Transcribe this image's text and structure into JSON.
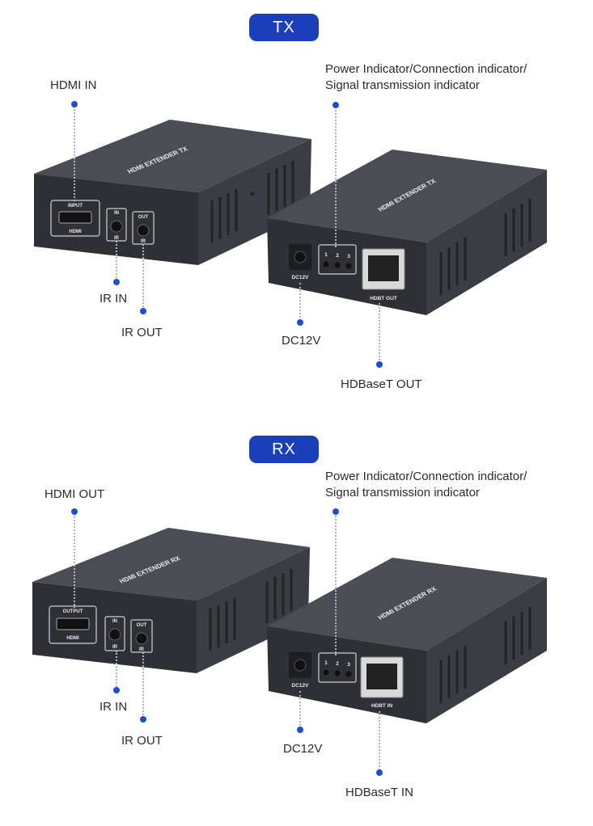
{
  "sections": [
    {
      "badge": "TX",
      "labels": {
        "hdmi": "HDMI IN",
        "indicator_line1": "Power Indicator/Connection indicator/",
        "indicator_line2": "Signal transmission indicator",
        "ir_in": "IR IN",
        "ir_out": "IR OUT",
        "dc": "DC12V",
        "hdbaset": "HDBaseT OUT"
      },
      "device": {
        "top_text": "HDMI  EXTENDER TX",
        "hdmi_port_tag": "INPUT",
        "hdmi_port_label": "HDMI",
        "ir_in_tag": "IN",
        "ir_out_tag": "OUT",
        "ir_label": "IR",
        "dc_label": "DC12V",
        "led_numbers": [
          "1",
          "2",
          "3"
        ],
        "rj45_label": "HDBT OUT"
      }
    },
    {
      "badge": "RX",
      "labels": {
        "hdmi": "HDMI OUT",
        "indicator_line1": "Power Indicator/Connection indicator/",
        "indicator_line2": "Signal transmission indicator",
        "ir_in": "IR IN",
        "ir_out": "IR OUT",
        "dc": "DC12V",
        "hdbaset": "HDBaseT IN"
      },
      "device": {
        "top_text": "HDMI  EXTENDER RX",
        "hdmi_port_tag": "OUTPUT",
        "hdmi_port_label": "HDMI",
        "ir_in_tag": "IN",
        "ir_out_tag": "OUT",
        "ir_label": "IR",
        "dc_label": "DC12V",
        "led_numbers": [
          "1",
          "2",
          "3"
        ],
        "rj45_label": "HDBT IN"
      }
    }
  ],
  "colors": {
    "accent": "#1b3fb8",
    "dot": "#1c4fd0",
    "device_body": "#3c3f45",
    "device_face": "#2e3035"
  }
}
